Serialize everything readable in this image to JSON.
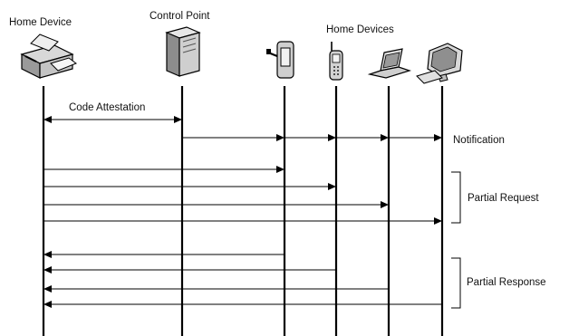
{
  "labels": {
    "home_device": "Home Device",
    "control_point": "Control Point",
    "home_devices": "Home Devices",
    "code_attestation": "Code Attestation",
    "notification": "Notification",
    "partial_request": "Partial Request",
    "partial_response": "Partial Response"
  },
  "icons": {
    "home_device": "printer-icon",
    "control_point": "server-icon",
    "devices": [
      "pda-icon",
      "mobile-phone-icon",
      "laptop-icon",
      "desktop-computer-icon"
    ]
  }
}
